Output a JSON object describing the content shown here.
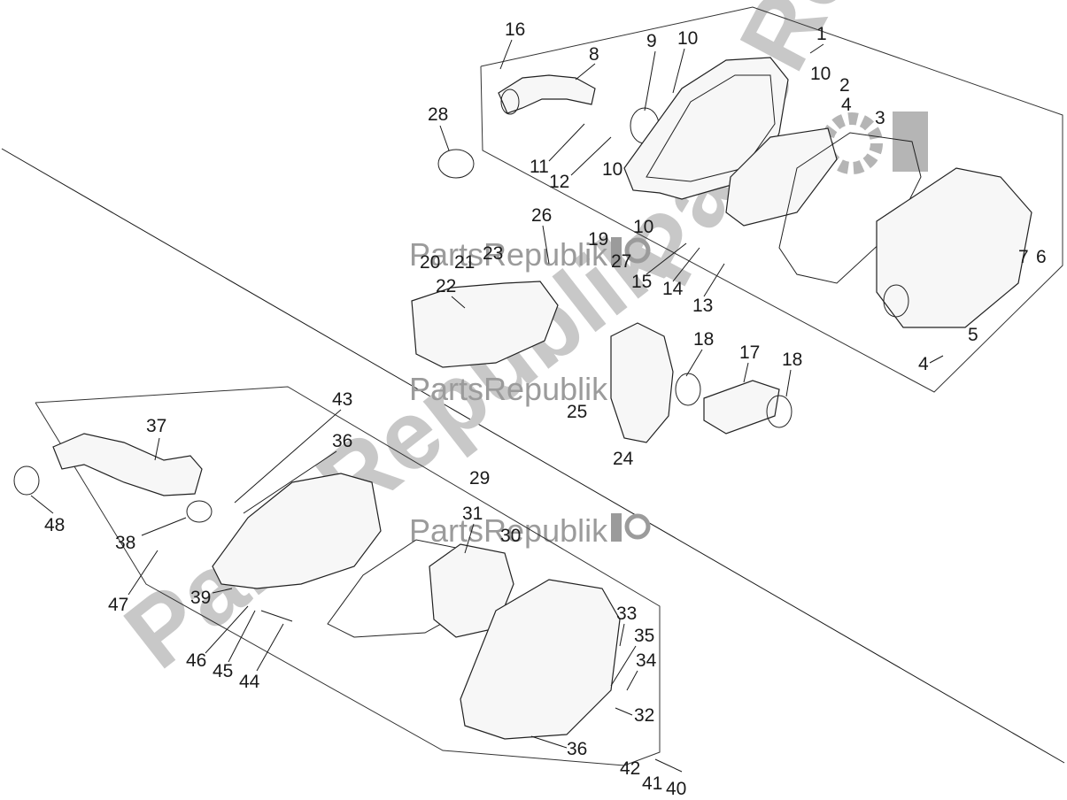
{
  "watermark": {
    "diagonal_text": "PartsRepublik",
    "small_text": "PartsRepublik"
  },
  "callouts_upper": [
    "1",
    "2",
    "3",
    "4",
    "4",
    "5",
    "6",
    "7",
    "8",
    "9",
    "10",
    "10",
    "10",
    "10",
    "11",
    "12",
    "13",
    "14",
    "15",
    "16",
    "17",
    "18",
    "18",
    "19",
    "20",
    "21",
    "22",
    "23",
    "24",
    "25",
    "26",
    "27",
    "28"
  ],
  "callouts_lower": [
    "29",
    "30",
    "31",
    "32",
    "33",
    "34",
    "35",
    "36",
    "36",
    "37",
    "38",
    "39",
    "40",
    "41",
    "42",
    "43",
    "44",
    "45",
    "46",
    "47",
    "48"
  ],
  "colors": {
    "line": "#1a1a1a",
    "watermark": "#c8c8c8",
    "watermark_small": "#9b9b9b"
  }
}
